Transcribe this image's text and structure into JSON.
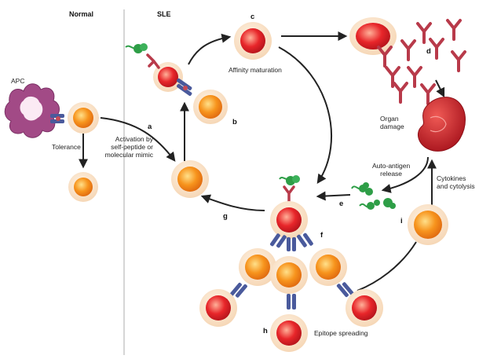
{
  "headers": {
    "normal": "Normal",
    "sle": "SLE"
  },
  "labels": {
    "apc": "APC",
    "tolerance": "Tolerance",
    "activation": "Activation by\nself-peptide or\nmolecular mimic",
    "affinity": "Affinity maturation",
    "organ": "Organ\ndamage",
    "autoantigen": "Auto-antigen\nrelease",
    "cytokines": "Cytokines\nand cytolysis",
    "epitope": "Epitope spreading"
  },
  "letters": {
    "a": "a",
    "b": "b",
    "c": "c",
    "d": "d",
    "e": "e",
    "f": "f",
    "g": "g",
    "h": "h",
    "i": "i"
  },
  "colors": {
    "orange_cell": "#f7941d",
    "red_cell": "#e8262a",
    "cell_halo": "#fde9d3",
    "antibody": "#b83a4a",
    "tcr": "#4a5a9c",
    "antigen": "#2e9e47",
    "apc": "#a24a86",
    "kidney": "#c81e2a",
    "arrow": "#222222"
  }
}
